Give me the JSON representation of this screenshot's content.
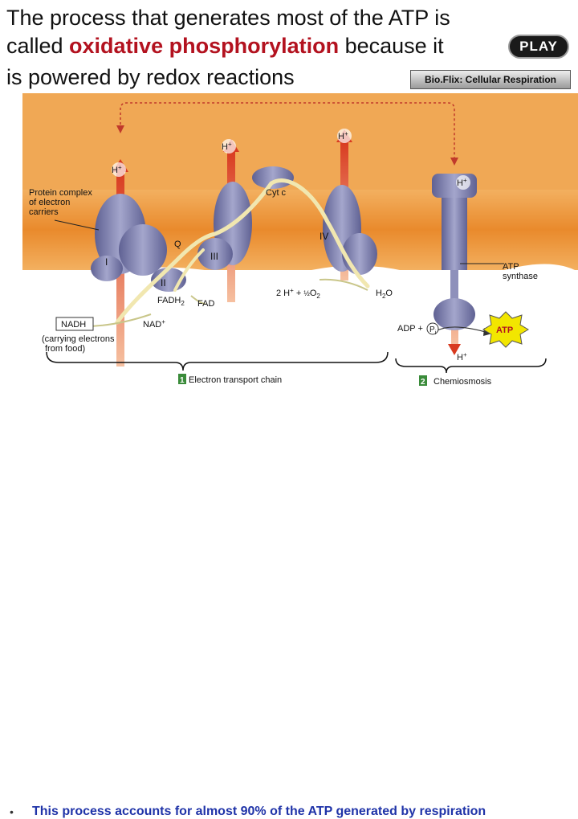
{
  "title": {
    "line1": "The process that generates most of the ATP is",
    "line2_pre": "called ",
    "line2_highlight": "oxidative phosphorylation",
    "line2_post": " because it",
    "line3": "is powered by redox reactions"
  },
  "buttons": {
    "play": "PLAY",
    "bioflix": "Bio.Flix: Cellular Respiration"
  },
  "diagram": {
    "h_plus": "H",
    "h_plus_sup": "+",
    "protein_complex_label": [
      "Protein complex",
      "of electron",
      "carriers"
    ],
    "cyt_c": "Cyt c",
    "q": "Q",
    "complex_i": "I",
    "complex_ii": "II",
    "complex_iii": "III",
    "complex_iv": "IV",
    "fadh2": "FADH",
    "fadh2_sub": "2",
    "fad": "FAD",
    "nadh": "NADH",
    "nad_plus": "NAD",
    "carrying_label": [
      "(carrying electrons",
      "from food)"
    ],
    "water_eq_pre": "2 H",
    "water_eq_mid": " + ",
    "water_eq_half": "½",
    "water_eq_o": "O",
    "water_eq_o_sub": "2",
    "h2o_h": "H",
    "h2o_sub": "2",
    "h2o_o": "O",
    "atp_synthase": [
      "ATP",
      "synthase"
    ],
    "adp_plus": "ADP + ",
    "pi_p": "P",
    "pi_sub": "i",
    "atp": "ATP",
    "step1_num": "1",
    "step1_label": "Electron transport chain",
    "step2_num": "2",
    "step2_label": "Chemiosmosis"
  },
  "colors": {
    "membrane_orange": "#e98a2c",
    "intermembrane_orange": "#f0a855",
    "matrix_white": "#ffffff",
    "protein_purple": "#7d7fae",
    "electron_path": "#f1e7b0",
    "proton_arrow": "#d83a1f",
    "highlight_red": "#b3121f",
    "note_blue": "#1f33a8"
  },
  "note": {
    "bullet": "•",
    "text": "This process accounts for almost 90% of the ATP generated by respiration"
  }
}
